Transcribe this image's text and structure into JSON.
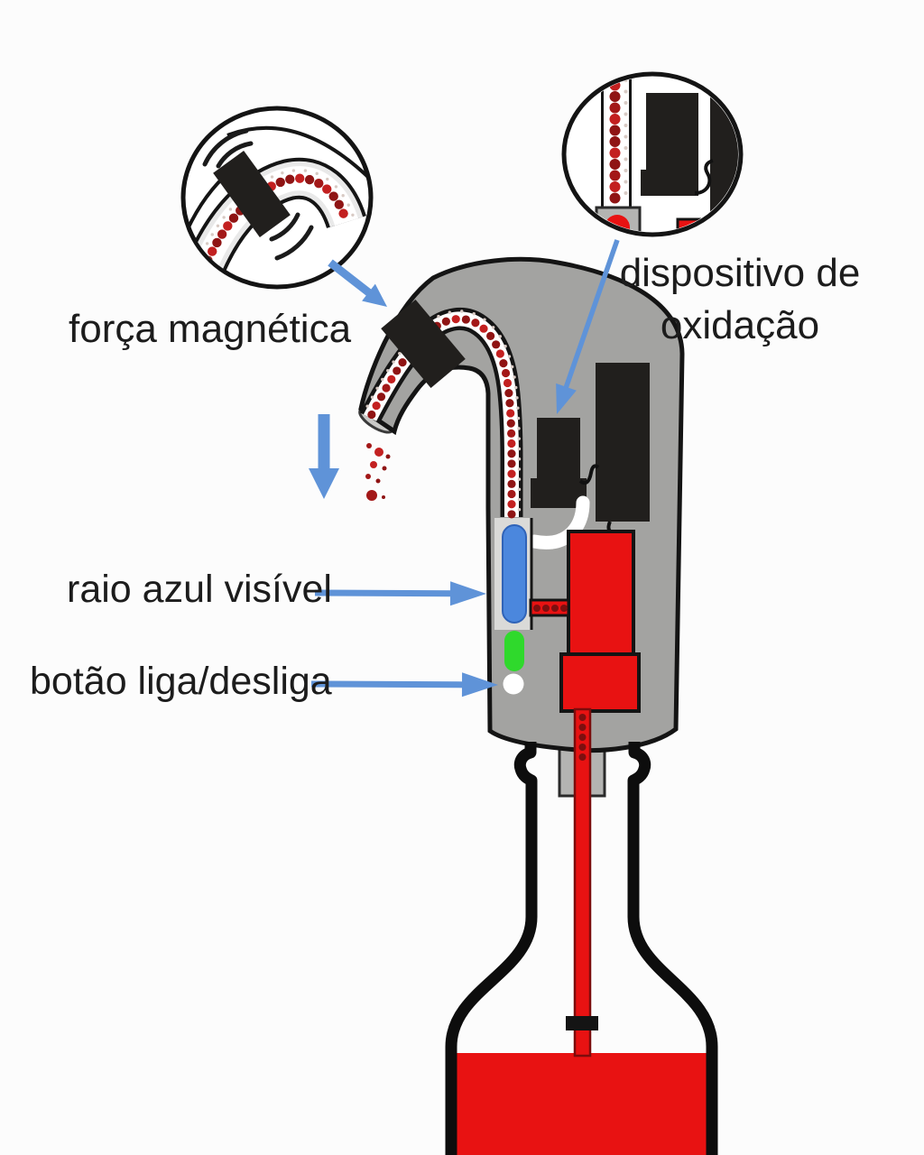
{
  "labels": {
    "magnetic_force": "força magnética",
    "oxidation_device": [
      "dispositivo de",
      "oxidação"
    ],
    "blue_ray": "raio azul visível",
    "power_button": "botão liga/desliga"
  },
  "parts": {
    "spout": "bico curvo de saída do vinho",
    "magnet": "ímã sobre o tubo",
    "blue_led": "barra de luz azul",
    "green_led": "indicador verde",
    "power_button": "botão branco liga/desliga",
    "pump": "bomba vermelha",
    "intake_tube": "tubo de sucção no gargalo",
    "wine": "vinho tinto na garrafa"
  },
  "colors": {
    "background": "#fcfcfc",
    "device_gray": "#a3a3a1",
    "panel_gray": "#dadad8",
    "stub_gray": "#b4b4b2",
    "wine_red": "#e81212",
    "dot_red_dark": "#8f1414",
    "dot_red_mid": "#a31818",
    "dot_red_bright": "#c32020",
    "bubble_light": "#d8cac4",
    "led_blue": "#4b87dd",
    "led_green": "#2fd92c",
    "power_white": "#ffffff",
    "arrow_blue": "#5f93d8",
    "component_black": "#211f1d",
    "outline_black": "#141414",
    "bottle_black": "#0d0d0d",
    "text_black": "#1c1c1c"
  }
}
